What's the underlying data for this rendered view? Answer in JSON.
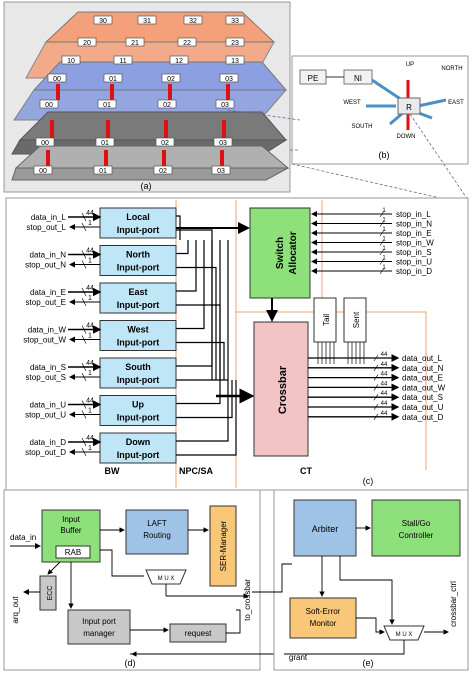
{
  "panels": {
    "a": {
      "caption": "(a)",
      "node_ids": {
        "row30": [
          "30",
          "31",
          "32",
          "33"
        ],
        "row20": [
          "20",
          "21",
          "22",
          "23"
        ],
        "row10": [
          "10",
          "11",
          "12",
          "13"
        ],
        "row00": [
          "00",
          "01",
          "02",
          "03"
        ]
      },
      "layer_colors": {
        "top": "#f4a07a",
        "second": "#8c9fe0",
        "third": "#7a7a7a",
        "bottom": "#b0b0b0"
      }
    },
    "b": {
      "caption": "(b)",
      "labels": {
        "pe": "PE",
        "ni": "NI",
        "router": "R",
        "up": "UP",
        "down": "DOWN",
        "north": "NORTH",
        "south": "SOUTH",
        "east": "EAST",
        "west": "WEST"
      }
    },
    "c": {
      "caption": "(c)",
      "ports": [
        {
          "line1": "Local",
          "line2": "Input-port",
          "data_in": "data_in_L",
          "stop_out": "stop_out_L"
        },
        {
          "line1": "North",
          "line2": "Input-port",
          "data_in": "data_in_N",
          "stop_out": "stop_out_N"
        },
        {
          "line1": "East",
          "line2": "Input-port",
          "data_in": "data_in_E",
          "stop_out": "stop_out_E"
        },
        {
          "line1": "West",
          "line2": "Input-port",
          "data_in": "data_in_W",
          "stop_out": "stop_out_W"
        },
        {
          "line1": "South",
          "line2": "Input-port",
          "data_in": "data_in_S",
          "stop_out": "stop_out_S"
        },
        {
          "line1": "Up",
          "line2": "Input-port",
          "data_in": "data_in_U",
          "stop_out": "stop_out_U"
        },
        {
          "line1": "Down",
          "line2": "Input-port",
          "data_in": "data_in_D",
          "stop_out": "stop_out_D"
        }
      ],
      "width_data": "44",
      "width_stop": "1",
      "switch_allocator": {
        "line1": "Switch",
        "line2": "Allocator"
      },
      "stop_in": [
        "stop_in_L",
        "stop_in_N",
        "stop_in_E",
        "stop_in_W",
        "stop_in_S",
        "stop_in_U",
        "stop_in_D"
      ],
      "crossbar": "Crossbar",
      "tail": "Tail",
      "sent": "Sent",
      "data_out": [
        "data_out_L",
        "data_out_N",
        "data_out_E",
        "data_out_W",
        "data_out_S",
        "data_out_U",
        "data_out_D"
      ],
      "stages": {
        "bw": "BW",
        "npc": "NPC/SA",
        "ct": "CT"
      }
    },
    "d": {
      "caption": "(d)",
      "data_in": "data_in",
      "input_buffer": {
        "line1": "Input",
        "line2": "Buffer"
      },
      "rab": "RAB",
      "laft": {
        "line1": "LAFT",
        "line2": "Routing"
      },
      "ser_manager": "SER-Manager",
      "mux": "M U X",
      "ecc": "ECC",
      "arq_out": "arq_out",
      "input_port_manager": {
        "line1": "Input port",
        "line2": "manager"
      },
      "request": "request",
      "to_crossbar": "to_crossbar",
      "grant": "grant"
    },
    "e": {
      "caption": "(e)",
      "arbiter": "Arbiter",
      "stall_go": {
        "line1": "Stall/Go",
        "line2": "Controller"
      },
      "soft_error": {
        "line1": "Soft-Error",
        "line2": "Monitor"
      },
      "mux": "M U X",
      "crossbar_ctrl": "crossbar_ctrl"
    }
  },
  "colors": {
    "port_block": "#bfe6f7",
    "green_block": "#8ee07a",
    "blue_block": "#9fc3e6",
    "orange_block": "#f8c777",
    "gray_block": "#c8c8c8",
    "crossbar_fill": "#f2c4c4",
    "frame_orange": "#f0a070",
    "dashed_purple": "#7060a0"
  }
}
